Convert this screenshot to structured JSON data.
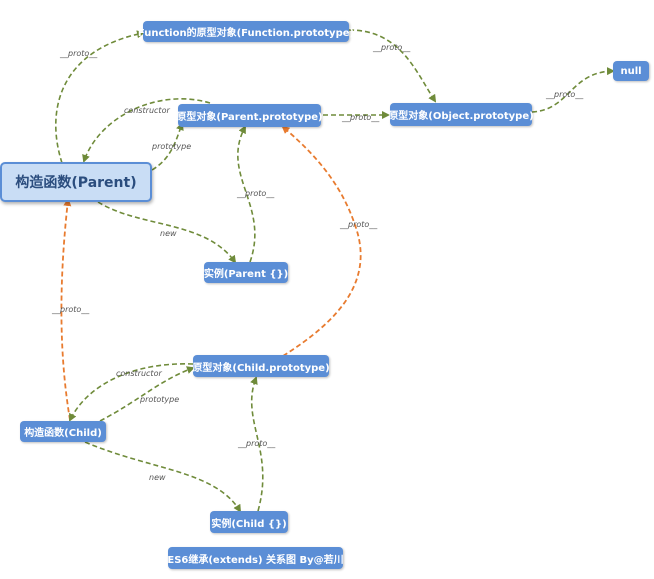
{
  "nodes": {
    "function_proto": "Function的原型对象(Function.prototype)",
    "null_node": "null",
    "parent_proto": "原型对象(Parent.prototype)",
    "object_proto": "原型对象(Object.prototype)",
    "parent_ctor": "构造函数(Parent)",
    "parent_instance": "实例(Parent {})",
    "child_proto": "原型对象(Child.prototype)",
    "child_ctor": "构造函数(Child)",
    "child_instance": "实例(Child {})",
    "caption": "ES6继承(extends) 关系图 By@若川"
  },
  "edge_labels": {
    "proto": "__proto__",
    "constructor": "constructor",
    "prototype": "prototype",
    "new": "new"
  },
  "colors": {
    "node_fill": "#5b8ed6",
    "highlight_fill": "#c9ddf5",
    "green_arrow": "#6f8b3a",
    "orange_arrow": "#e87b2f"
  }
}
